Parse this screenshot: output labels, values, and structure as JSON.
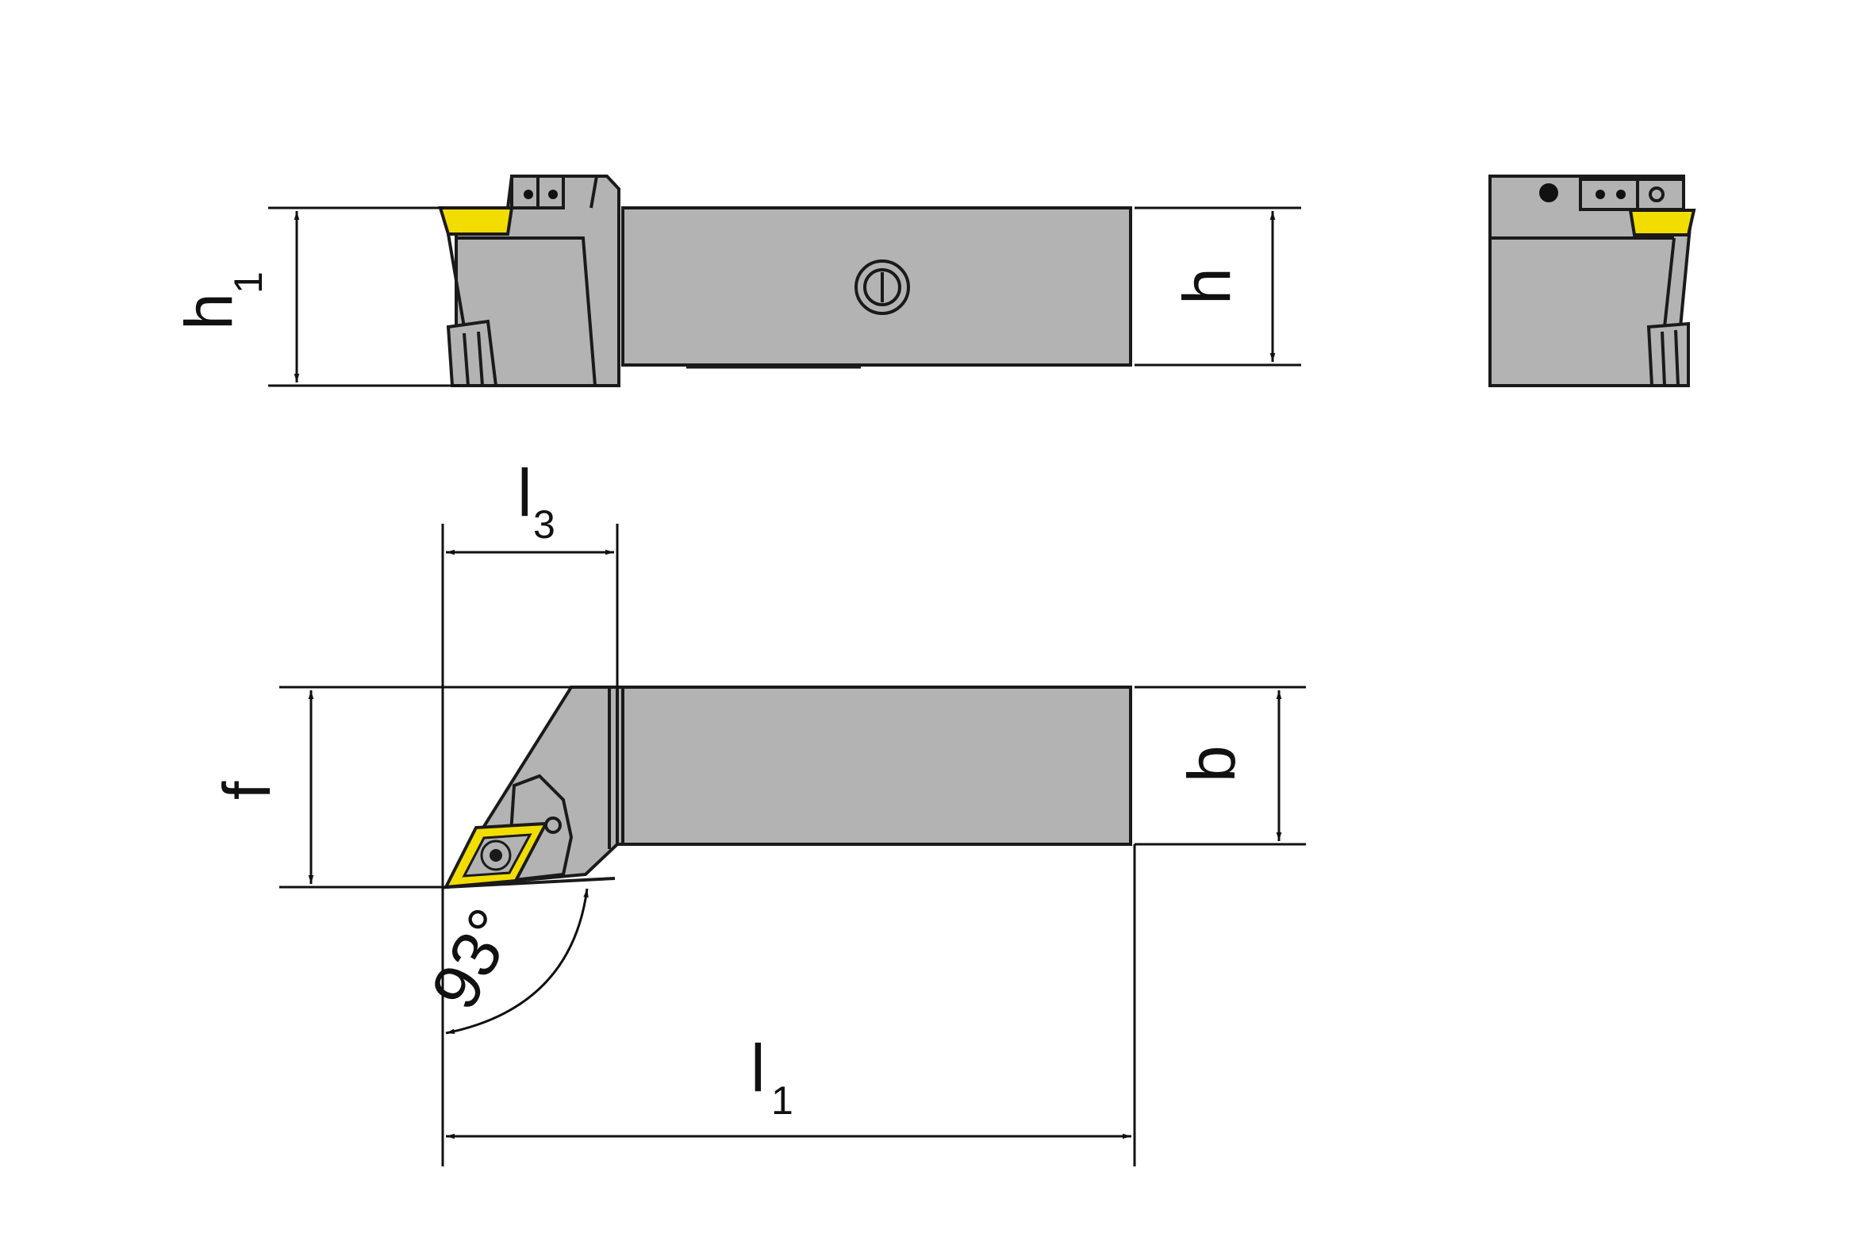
{
  "diagram": {
    "dimensions": {
      "h1": {
        "main": "h",
        "sub": "1"
      },
      "h": {
        "main": "h"
      },
      "l3": {
        "main": "l",
        "sub": "3"
      },
      "f": {
        "main": "f"
      },
      "b": {
        "main": "b"
      },
      "angle": {
        "main": "93°"
      },
      "l1": {
        "main": "l",
        "sub": "1"
      }
    },
    "colors": {
      "body": "#b3b3b3",
      "insert": "#f2dd00",
      "outline": "#1a1a1a",
      "background": "#ffffff"
    }
  }
}
